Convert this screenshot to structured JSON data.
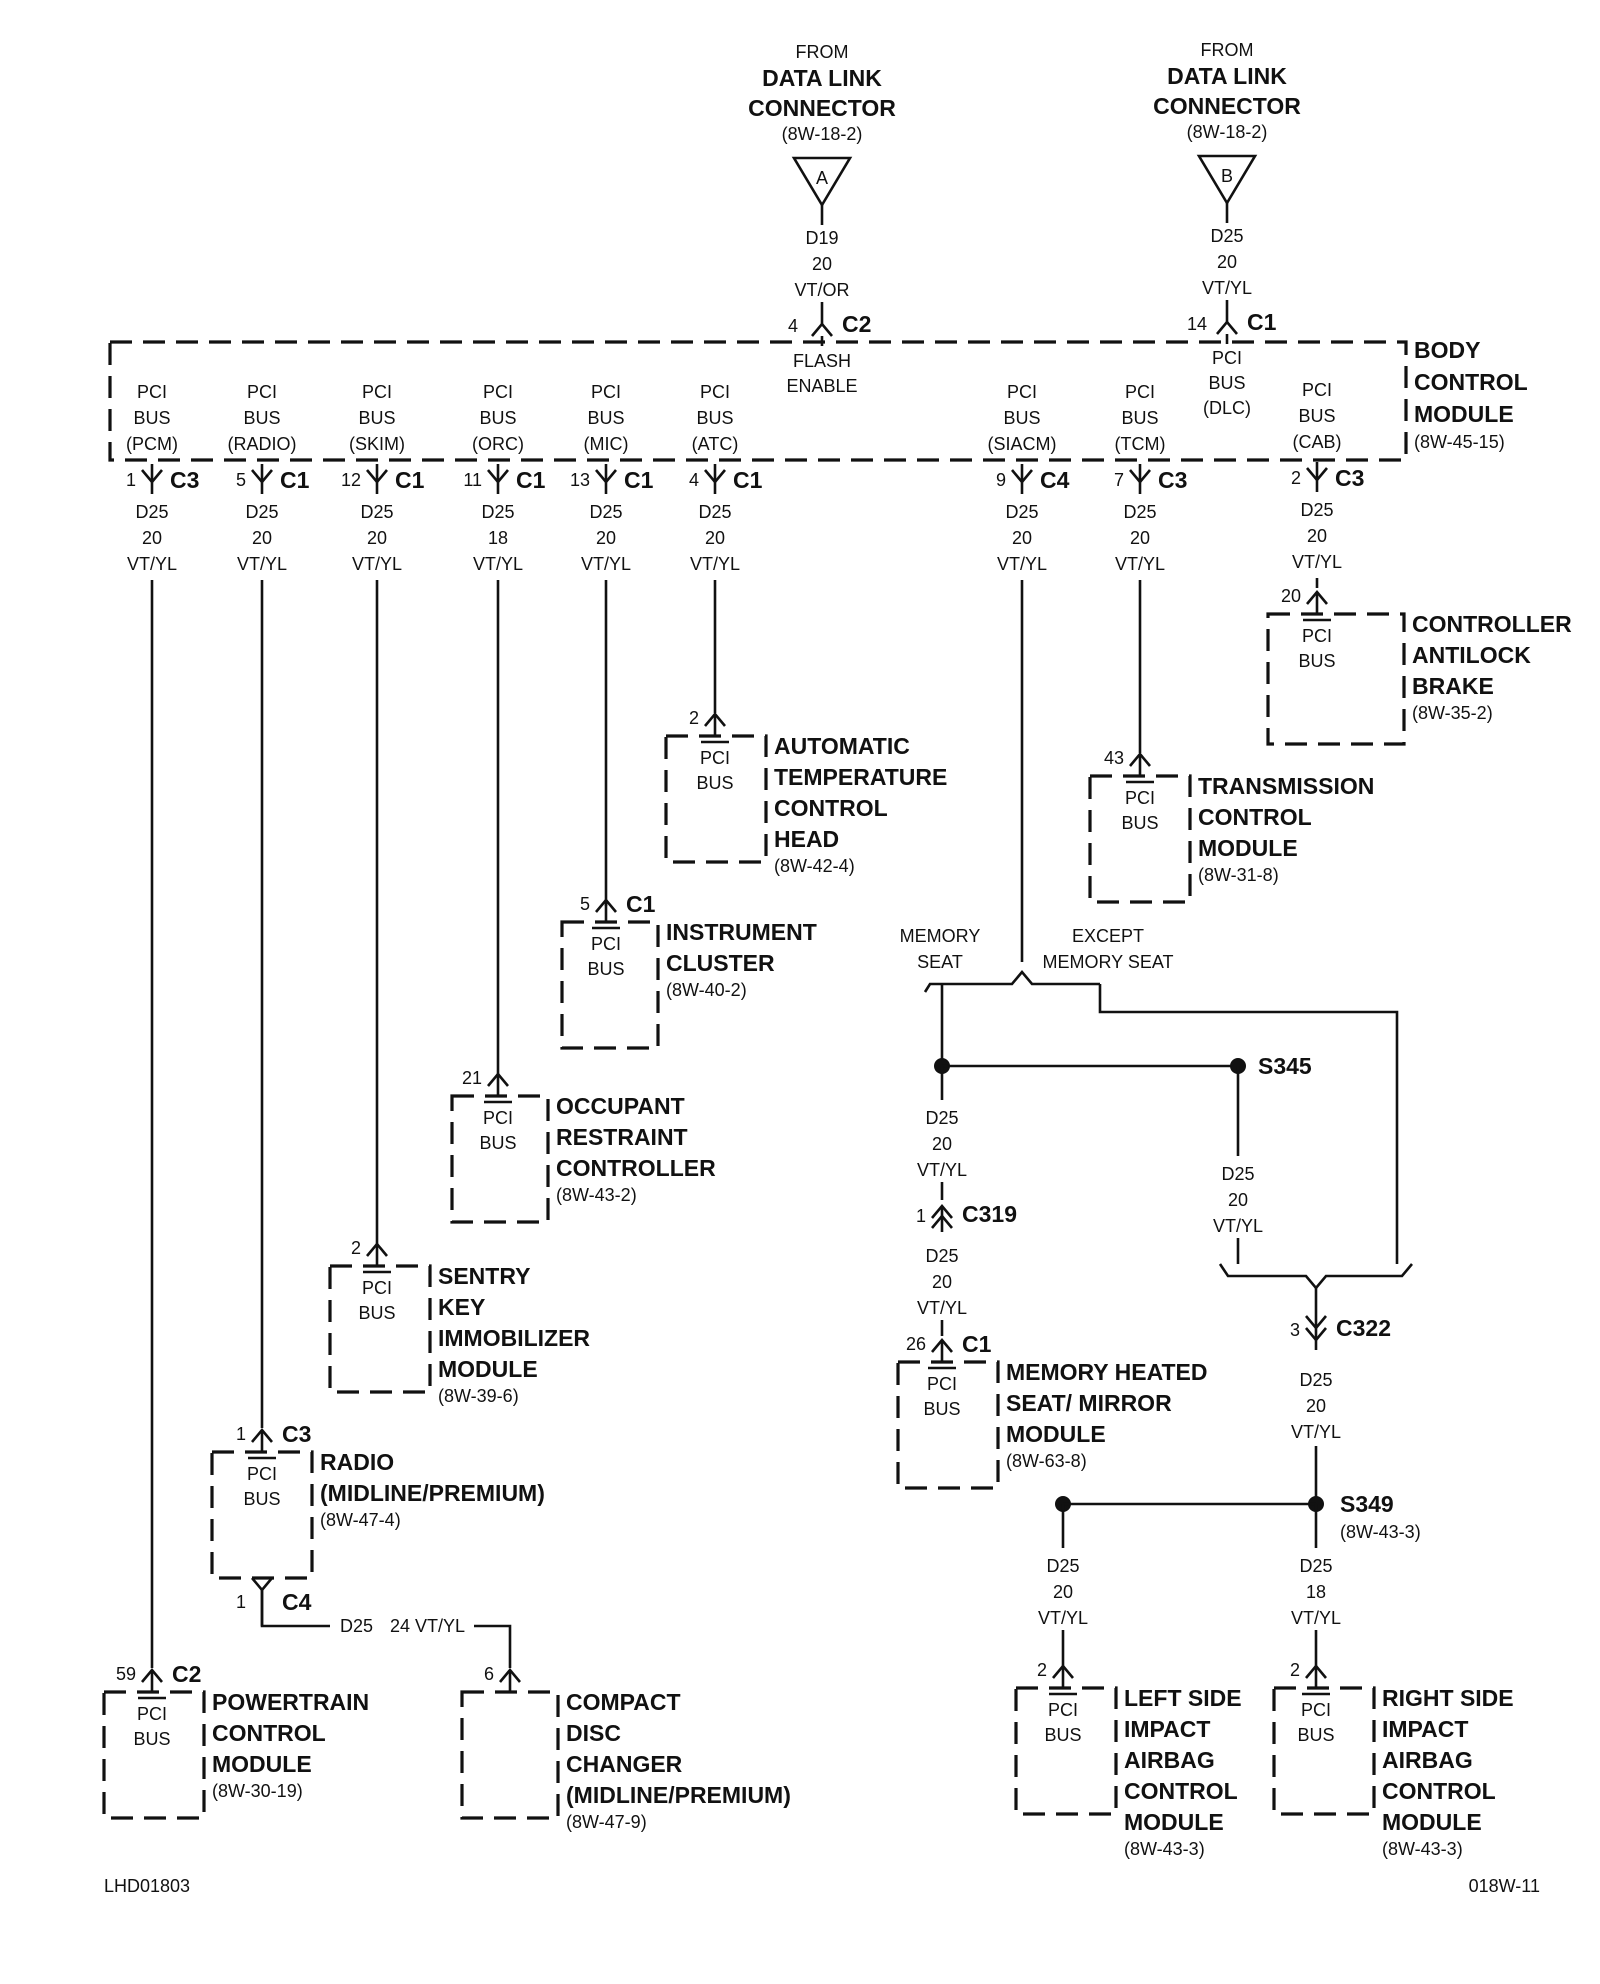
{
  "connectors_top": [
    {
      "id": "dlc-a",
      "from": "FROM",
      "title": [
        "DATA LINK",
        "CONNECTOR"
      ],
      "ref": "(8W-18-2)",
      "letter": "A",
      "wire": [
        "D19",
        "20",
        "VT/OR"
      ],
      "pin": "4",
      "conn": "C2",
      "label": [
        "FLASH",
        "ENABLE"
      ]
    },
    {
      "id": "dlc-b",
      "from": "FROM",
      "title": [
        "DATA LINK",
        "CONNECTOR"
      ],
      "ref": "(8W-18-2)",
      "letter": "B",
      "wire": [
        "D25",
        "20",
        "VT/YL"
      ],
      "pin": "14",
      "conn": "C1",
      "label": [
        "PCI",
        "BUS",
        "(DLC)"
      ]
    }
  ],
  "bcm": {
    "title": [
      "BODY",
      "CONTROL",
      "MODULE"
    ],
    "ref": "(8W-45-15)"
  },
  "bcm_branches": [
    {
      "id": "pcm",
      "label": [
        "PCI",
        "BUS",
        "(PCM)"
      ],
      "pin": "1",
      "conn": "C3",
      "wire": [
        "D25",
        "20",
        "VT/YL"
      ]
    },
    {
      "id": "radio",
      "label": [
        "PCI",
        "BUS",
        "(RADIO)"
      ],
      "pin": "5",
      "conn": "C1",
      "wire": [
        "D25",
        "20",
        "VT/YL"
      ]
    },
    {
      "id": "skim",
      "label": [
        "PCI",
        "BUS",
        "(SKIM)"
      ],
      "pin": "12",
      "conn": "C1",
      "wire": [
        "D25",
        "20",
        "VT/YL"
      ]
    },
    {
      "id": "orc",
      "label": [
        "PCI",
        "BUS",
        "(ORC)"
      ],
      "pin": "11",
      "conn": "C1",
      "wire": [
        "D25",
        "18",
        "VT/YL"
      ]
    },
    {
      "id": "mic",
      "label": [
        "PCI",
        "BUS",
        "(MIC)"
      ],
      "pin": "13",
      "conn": "C1",
      "wire": [
        "D25",
        "20",
        "VT/YL"
      ]
    },
    {
      "id": "atc",
      "label": [
        "PCI",
        "BUS",
        "(ATC)"
      ],
      "pin": "4",
      "conn": "C1",
      "wire": [
        "D25",
        "20",
        "VT/YL"
      ]
    },
    {
      "id": "siacm",
      "label": [
        "PCI",
        "BUS",
        "(SIACM)"
      ],
      "pin": "9",
      "conn": "C4",
      "wire": [
        "D25",
        "20",
        "VT/YL"
      ]
    },
    {
      "id": "tcm",
      "label": [
        "PCI",
        "BUS",
        "(TCM)"
      ],
      "pin": "7",
      "conn": "C3",
      "wire": [
        "D25",
        "20",
        "VT/YL"
      ]
    },
    {
      "id": "cab",
      "label": [
        "PCI",
        "BUS",
        "(CAB)"
      ],
      "pin": "2",
      "conn": "C3",
      "wire": [
        "D25",
        "20",
        "VT/YL"
      ]
    }
  ],
  "modules": [
    {
      "id": "cab",
      "pin": "20",
      "conn": "",
      "inner": [
        "PCI",
        "BUS"
      ],
      "title": [
        "CONTROLLER",
        "ANTILOCK",
        "BRAKE"
      ],
      "ref": "(8W-35-2)"
    },
    {
      "id": "atc",
      "pin": "2",
      "conn": "",
      "inner": [
        "PCI",
        "BUS"
      ],
      "title": [
        "AUTOMATIC",
        "TEMPERATURE",
        "CONTROL",
        "HEAD"
      ],
      "ref": "(8W-42-4)"
    },
    {
      "id": "tcm",
      "pin": "43",
      "conn": "",
      "inner": [
        "PCI",
        "BUS"
      ],
      "title": [
        "TRANSMISSION",
        "CONTROL",
        "MODULE"
      ],
      "ref": "(8W-31-8)"
    },
    {
      "id": "ic",
      "pin": "5",
      "conn": "C1",
      "inner": [
        "PCI",
        "BUS"
      ],
      "title": [
        "INSTRUMENT",
        "CLUSTER"
      ],
      "ref": "(8W-40-2)"
    },
    {
      "id": "orc",
      "pin": "21",
      "conn": "",
      "inner": [
        "PCI",
        "BUS"
      ],
      "title": [
        "OCCUPANT",
        "RESTRAINT",
        "CONTROLLER"
      ],
      "ref": "(8W-43-2)"
    },
    {
      "id": "skim",
      "pin": "2",
      "conn": "",
      "inner": [
        "PCI",
        "BUS"
      ],
      "title": [
        "SENTRY",
        "KEY",
        "IMMOBILIZER",
        "MODULE"
      ],
      "ref": "(8W-39-6)"
    },
    {
      "id": "radio",
      "pin": "1",
      "conn": "C3",
      "inner": [
        "PCI",
        "BUS"
      ],
      "title": [
        "RADIO",
        "(MIDLINE/PREMIUM)"
      ],
      "ref": "(8W-47-4)",
      "bottom_pin": "1",
      "bottom_conn": "C4"
    },
    {
      "id": "pcm",
      "pin": "59",
      "conn": "C2",
      "inner": [
        "PCI",
        "BUS"
      ],
      "title": [
        "POWERTRAIN",
        "CONTROL",
        "MODULE"
      ],
      "ref": "(8W-30-19)"
    },
    {
      "id": "cdc",
      "pin": "6",
      "conn": "",
      "inner": [],
      "title": [
        "COMPACT",
        "DISC",
        "CHANGER",
        "(MIDLINE/PREMIUM)"
      ],
      "ref": "(8W-47-9)"
    },
    {
      "id": "mhsm",
      "pin": "26",
      "conn": "C1",
      "inner": [
        "PCI",
        "BUS"
      ],
      "title": [
        "MEMORY HEATED",
        "SEAT/ MIRROR",
        "MODULE"
      ],
      "ref": "(8W-63-8)"
    },
    {
      "id": "lsiacm",
      "pin": "2",
      "conn": "",
      "inner": [
        "PCI",
        "BUS"
      ],
      "title": [
        "LEFT SIDE",
        "IMPACT",
        "AIRBAG",
        "CONTROL",
        "MODULE"
      ],
      "ref": "(8W-43-3)"
    },
    {
      "id": "rsiacm",
      "pin": "2",
      "conn": "",
      "inner": [
        "PCI",
        "BUS"
      ],
      "title": [
        "RIGHT SIDE",
        "IMPACT",
        "AIRBAG",
        "CONTROL",
        "MODULE"
      ],
      "ref": "(8W-43-3)"
    }
  ],
  "radio_cdc_wire": {
    "circuit": "D25",
    "gauge_color": "24 VT/YL"
  },
  "seat_split": {
    "memory": [
      "MEMORY",
      "SEAT"
    ],
    "except": [
      "EXCEPT",
      "MEMORY SEAT"
    ]
  },
  "splices": {
    "s345": "S345",
    "s349": "S349",
    "s349_ref": "(8W-43-3)"
  },
  "mem_wire1": [
    "D25",
    "20",
    "VT/YL"
  ],
  "mem_conn": {
    "pin": "1",
    "conn": "C319"
  },
  "mem_wire2": [
    "D25",
    "20",
    "VT/YL"
  ],
  "s345_wire": [
    "D25",
    "20",
    "VT/YL"
  ],
  "c322": {
    "pin": "3",
    "conn": "C322"
  },
  "c322_wire": [
    "D25",
    "20",
    "VT/YL"
  ],
  "left_wire": [
    "D25",
    "20",
    "VT/YL"
  ],
  "right_wire": [
    "D25",
    "18",
    "VT/YL"
  ],
  "footer": {
    "left": "LHD01803",
    "right": "018W-11"
  }
}
